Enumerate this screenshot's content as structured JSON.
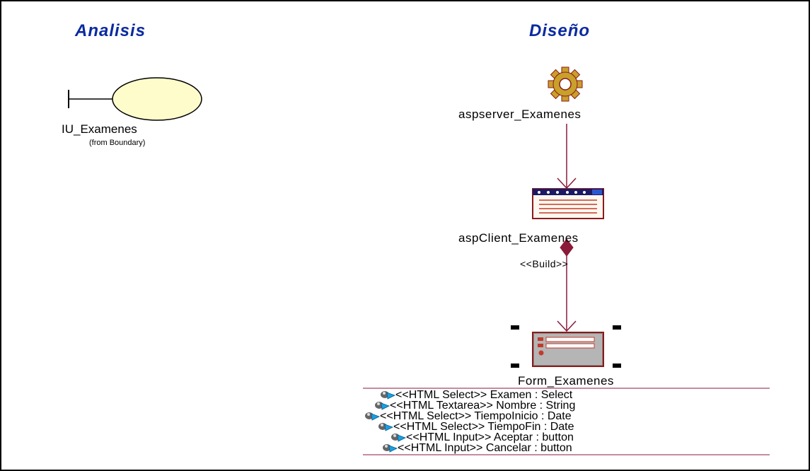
{
  "headings": {
    "analisis": "Analisis",
    "diseno": "Diseño"
  },
  "boundary": {
    "name": "IU_Examenes",
    "package": "(from Boundary)",
    "fill": "#fffccc"
  },
  "server_page": {
    "name": "aspserver_Examenes",
    "icon": "gear-icon"
  },
  "client_page": {
    "name": "aspClient_Examenes",
    "icon": "client-page-icon",
    "build_stereotype": "<<Build>>"
  },
  "form": {
    "name": "Form_Examenes",
    "icon": "form-icon",
    "attributes": [
      "<<HTML Select>> Examen : Select",
      "<<HTML Textarea>> Nombre : String",
      "<<HTML Select>> TiempoInicio : Date",
      "<<HTML Select>> TiempoFin : Date",
      "<<HTML Input>> Aceptar : button",
      "<<HTML Input>> Cancelar : button"
    ]
  },
  "colors": {
    "heading": "#0a2aa0",
    "connector": "#8b1a3a",
    "separator": "#8b1a3a"
  }
}
